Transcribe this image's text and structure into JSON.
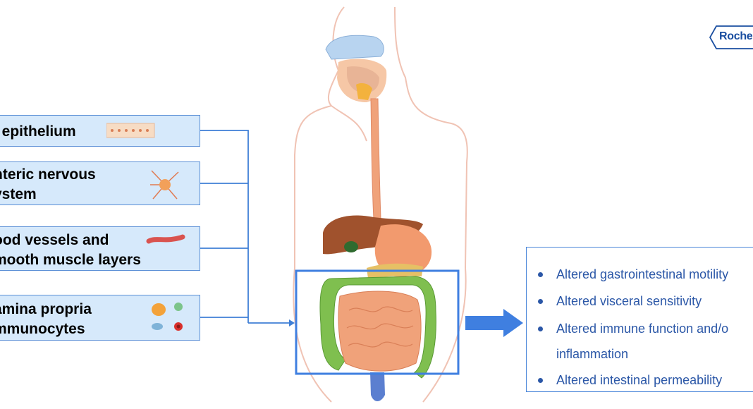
{
  "left_boxes": [
    {
      "line1": "l epithelium",
      "line2": "",
      "icon": "epithelium-cells-icon"
    },
    {
      "line1": "nteric nervous",
      "line2": "ystem",
      "icon": "neuron-icon"
    },
    {
      "line1": "ood vessels and",
      "line2": "mooth muscle layers",
      "icon": "blood-vessel-icon"
    },
    {
      "line1": "amina propria",
      "line2": "mmunocytes",
      "icon": "immune-cells-icon"
    }
  ],
  "outcomes": [
    "Altered gastrointestinal motility",
    "Altered visceral sensitivity",
    "Altered immune function and/o",
    "inflammation",
    "Altered intestinal permeability"
  ],
  "logo": {
    "text": "Roche"
  },
  "colors": {
    "box_fill": "#d6e9fb",
    "box_border": "#5b8fd6",
    "connector": "#3f7fd6",
    "text_blue": "#2b57a7",
    "arrow": "#3f7fe0"
  }
}
